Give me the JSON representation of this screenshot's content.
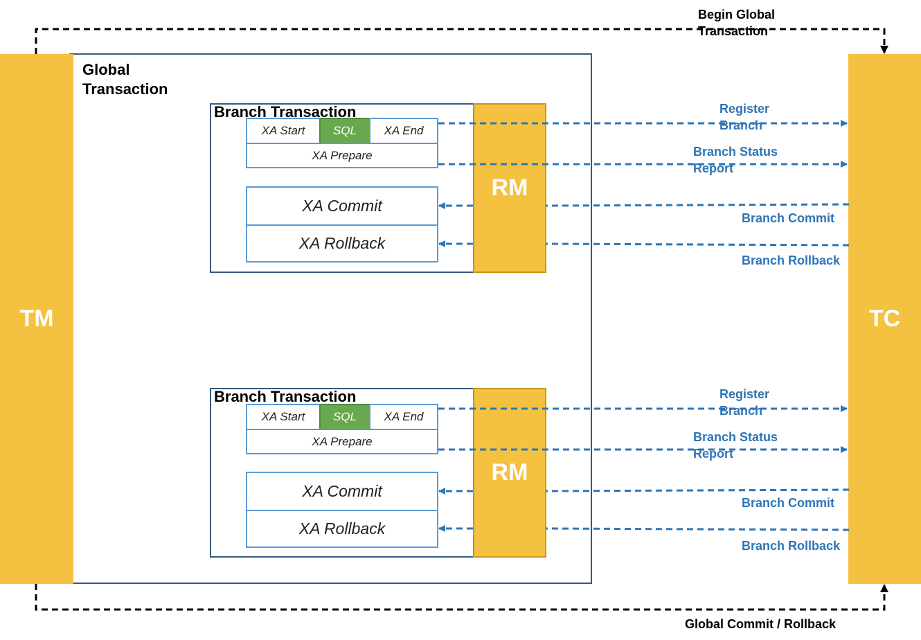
{
  "tm_label": "TM",
  "tc_label": "TC",
  "global_transaction_label": "Global\nTransaction",
  "begin_global_label": "Begin Global\nTransaction",
  "global_commit_label": "Global Commit / Rollback",
  "branches": [
    {
      "title": "Branch Transaction",
      "xa_start": "XA Start",
      "sql": "SQL",
      "xa_end": "XA End",
      "xa_prepare": "XA Prepare",
      "xa_commit": "XA Commit",
      "xa_rollback": "XA Rollback",
      "rm": "RM",
      "register_branch": "Register\nBranch",
      "branch_status_report": "Branch Status\nReport",
      "branch_commit": "Branch Commit",
      "branch_rollback": "Branch Rollback"
    },
    {
      "title": "Branch Transaction",
      "xa_start": "XA Start",
      "sql": "SQL",
      "xa_end": "XA End",
      "xa_prepare": "XA Prepare",
      "xa_commit": "XA Commit",
      "xa_rollback": "XA Rollback",
      "rm": "RM",
      "register_branch": "Register\nBranch",
      "branch_status_report": "Branch Status\nReport",
      "branch_commit": "Branch Commit",
      "branch_rollback": "Branch Rollback"
    }
  ],
  "colors": {
    "pillar": "#f4c141",
    "sql": "#6aa84f",
    "message": "#2e75b6",
    "border": "#34597d"
  }
}
